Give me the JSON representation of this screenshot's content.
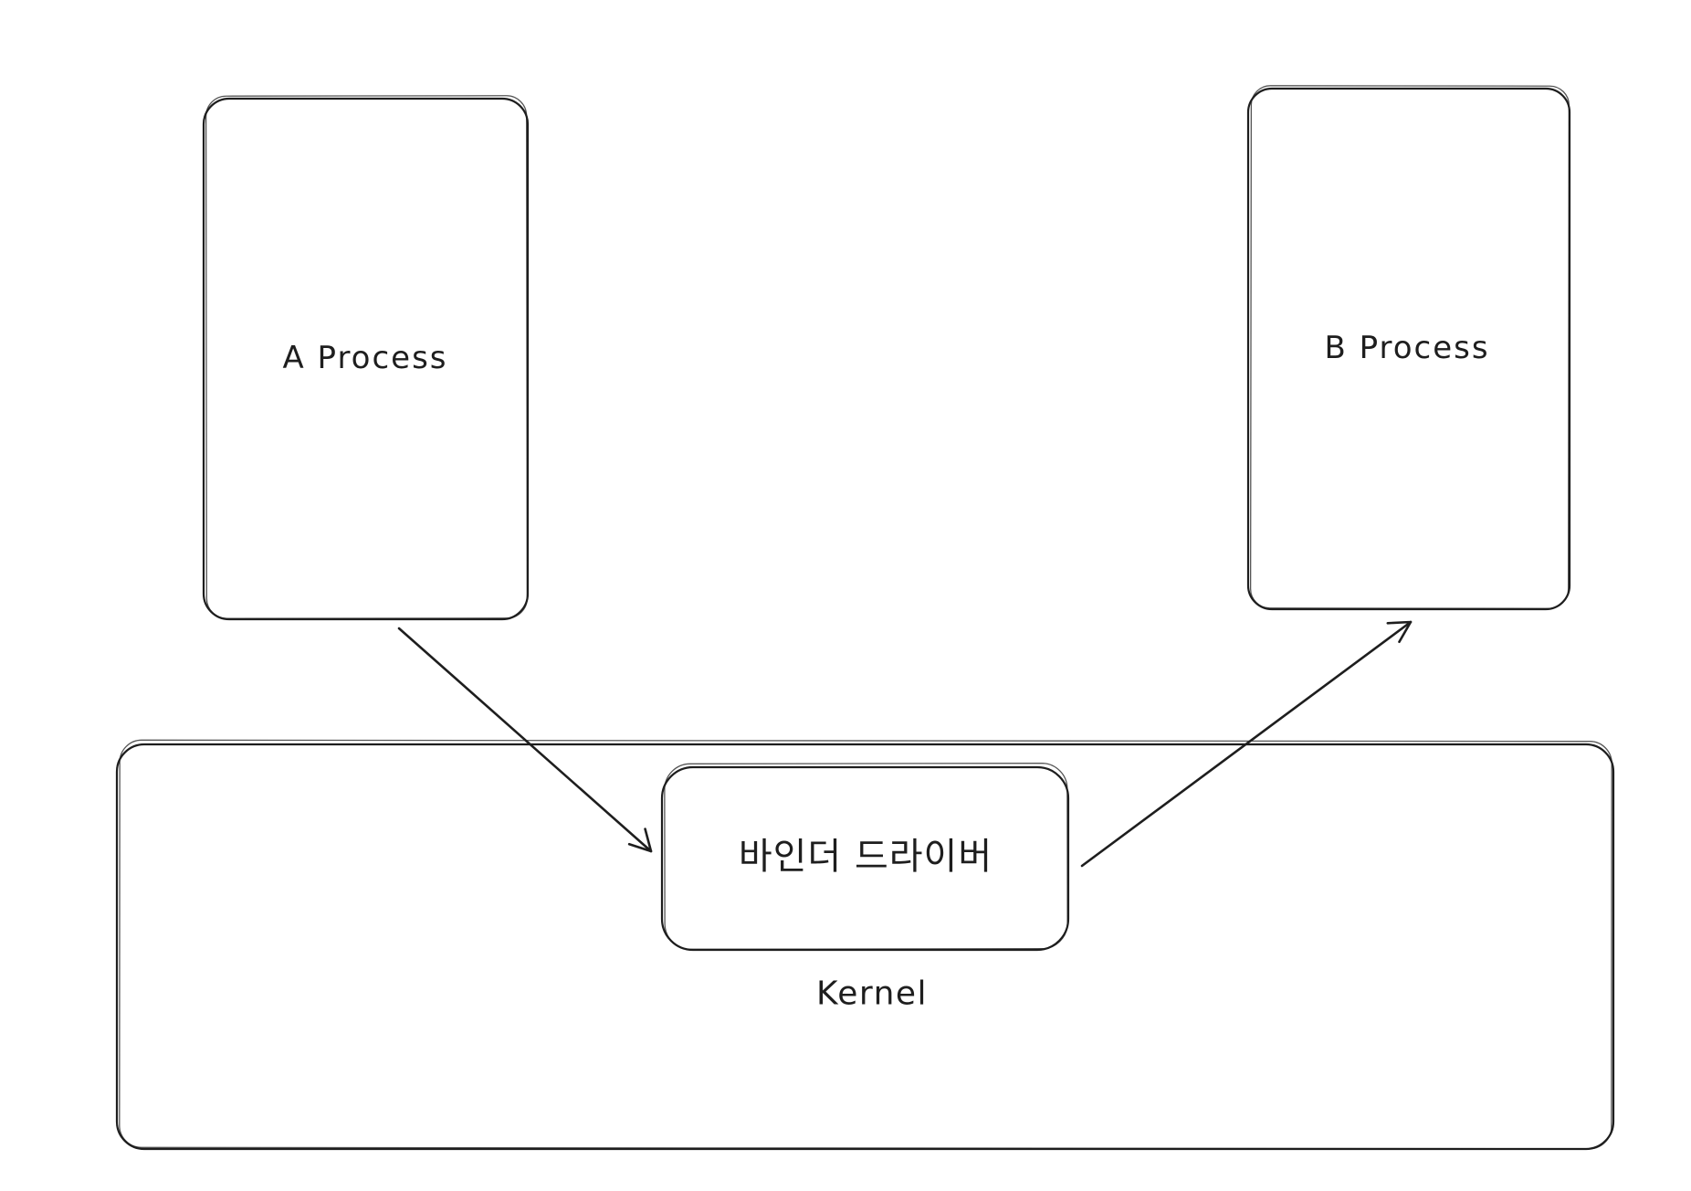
{
  "diagram": {
    "background": "#ffffff",
    "stroke_color": "#1e1e1e",
    "nodes": {
      "a_process": {
        "label": "A Process"
      },
      "b_process": {
        "label": "B Process"
      },
      "binder_driver": {
        "label": "바인더 드라이버"
      },
      "kernel": {
        "label": "Kernel"
      }
    },
    "edges": [
      {
        "from": "A Process",
        "to": "바인더 드라이버",
        "style": "arrow"
      },
      {
        "from": "바인더 드라이버",
        "to": "B Process",
        "style": "arrow"
      }
    ]
  }
}
